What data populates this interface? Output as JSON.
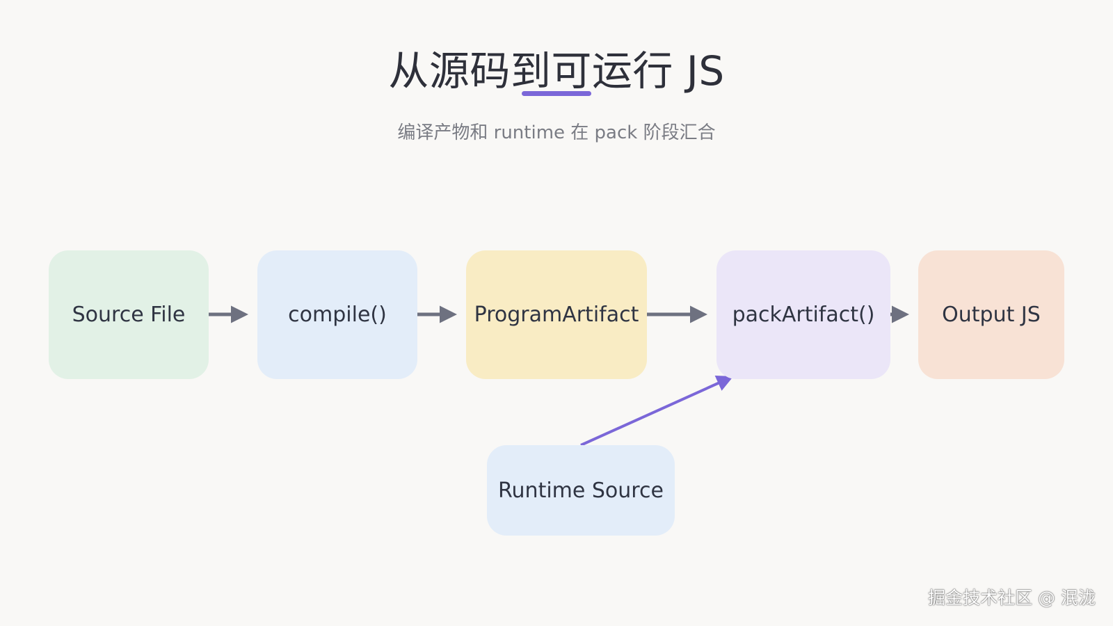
{
  "title": "从源码到可运行 JS",
  "subtitle": "编译产物和 runtime 在 pack 阶段汇合",
  "colors": {
    "background": "#f9f8f6",
    "accent": "#7b67d8",
    "arrow": "#6e7180"
  },
  "nodes": [
    {
      "id": "source",
      "label": "Source File",
      "fill": "#e2f1e6"
    },
    {
      "id": "compile",
      "label": "compile()",
      "fill": "#e3edf9"
    },
    {
      "id": "program",
      "label": "ProgramArtifact",
      "fill": "#f9ecc4"
    },
    {
      "id": "pack",
      "label": "packArtifact()",
      "fill": "#ebe6f8"
    },
    {
      "id": "output",
      "label": "Output JS",
      "fill": "#f8e2d5"
    },
    {
      "id": "runtime",
      "label": "Runtime Source",
      "fill": "#e3edf9"
    }
  ],
  "edges": [
    {
      "from": "source",
      "to": "compile"
    },
    {
      "from": "compile",
      "to": "program"
    },
    {
      "from": "program",
      "to": "pack"
    },
    {
      "from": "pack",
      "to": "output"
    },
    {
      "from": "runtime",
      "to": "pack",
      "highlight": true
    }
  ],
  "watermark": "掘金技术社区 @ 泯泷"
}
